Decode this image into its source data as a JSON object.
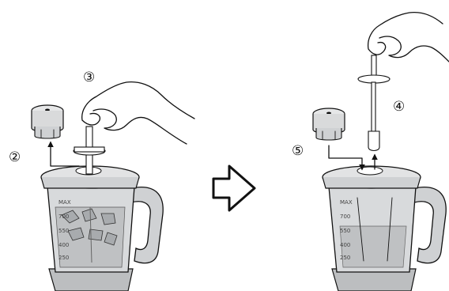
{
  "steps": {
    "s2": "②",
    "s3": "③",
    "s4": "④",
    "s5": "⑤"
  },
  "scale_marks": [
    "MAX",
    "700",
    "550",
    "400",
    "250"
  ],
  "colors": {
    "ink": "#111111",
    "jar": "#cfd1d3",
    "jar_dark": "#9ea1a4",
    "liquid": "#bdbfc1",
    "lid": "#e2e3e4",
    "base": "#bcbec0"
  },
  "icons": {
    "transition": "outline-right-arrow"
  }
}
